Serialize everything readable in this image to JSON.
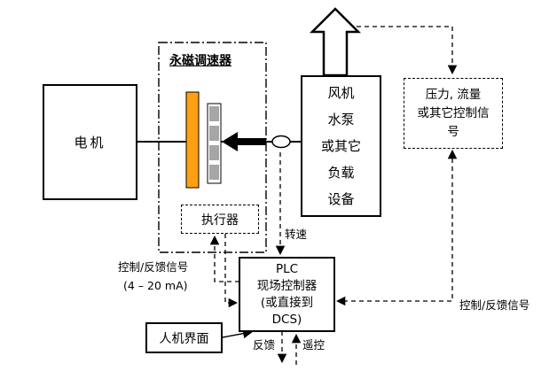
{
  "diagram": {
    "title": "永磁调速器",
    "boxes": {
      "motor": "电机",
      "actuator": "执行器",
      "load": "风机\n水泵\n或其它\n负载\n设备",
      "pressure_signal": "压力, 流量\n或其它控制信\n号",
      "plc": "PLC\n现场控制器\n(或直接到\nDCS)",
      "hmi": "人机界面"
    },
    "labels": {
      "speed": "转速",
      "ctrl_feedback_left_1": "控制/反馈信号",
      "ctrl_feedback_left_2": "(4 – 20 mA)",
      "ctrl_feedback_right": "控制/反馈信号",
      "feedback": "反馈",
      "remote": "遥控"
    },
    "colors": {
      "rotor": "#FFA013",
      "stator_segment": "#A6A6A6"
    }
  }
}
